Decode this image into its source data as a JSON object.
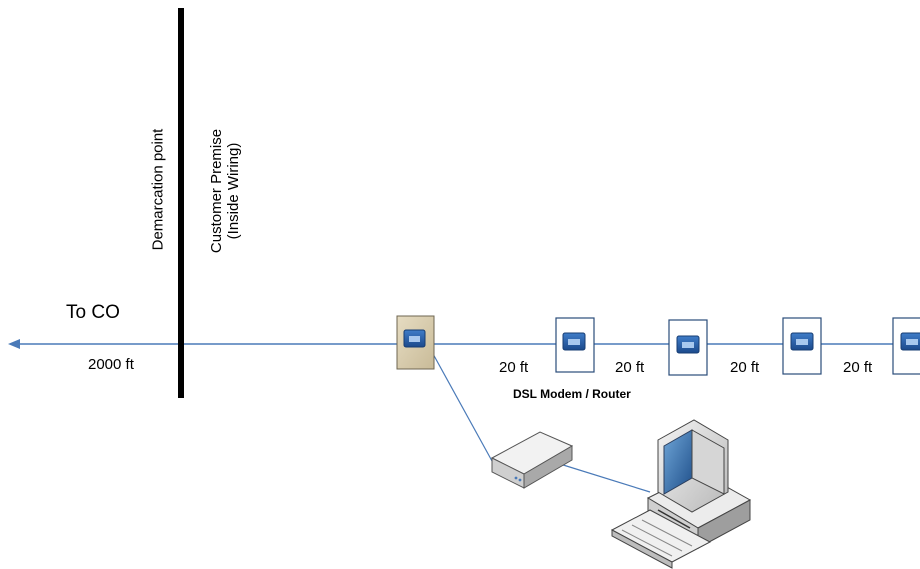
{
  "labels": {
    "demarcation": "Demarcation point",
    "premise_line1": "Customer Premise",
    "premise_line2": "(Inside Wiring)",
    "to_co": "To CO",
    "loop_length": "2000 ft",
    "modem": "DSL Modem / Router"
  },
  "segments": [
    "20 ft",
    "20 ft",
    "20 ft",
    "20 ft"
  ],
  "icons": {
    "main_jack": "wall-jack-icon",
    "extension_jack": "phone-jack-icon",
    "modem": "dsl-modem-icon",
    "computer": "desktop-computer-icon"
  },
  "colors": {
    "wire": "#4a7ab8",
    "demarc_bar": "#000000",
    "main_jack_plate": "#d8ccae",
    "jack_face": "#2a5ea8"
  }
}
